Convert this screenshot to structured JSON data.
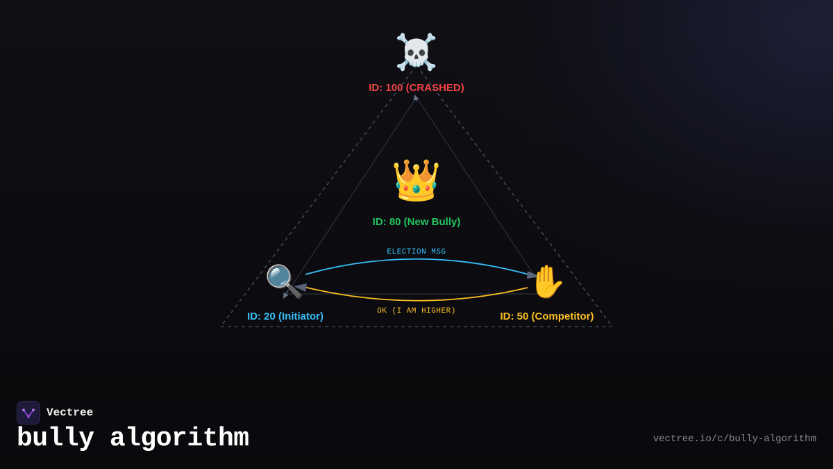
{
  "nodes": {
    "crashed": {
      "label": "ID: 100 (CRASHED)",
      "icon": "skull-crossbones-icon",
      "glyph": "☠️",
      "color": "#f04444"
    },
    "leader": {
      "label": "ID: 80 (New Bully)",
      "icon": "crown-icon",
      "glyph": "👑",
      "color": "#22c55e"
    },
    "initiator": {
      "label": "ID: 20 (Initiator)",
      "icon": "magnifying-glass-icon",
      "glyph": "🔍",
      "color": "#38bdf8"
    },
    "competitor": {
      "label": "ID: 50 (Competitor)",
      "icon": "raised-hand-icon",
      "glyph": "✋",
      "color": "#fbbf24"
    }
  },
  "edges": {
    "election": {
      "label": "ELECTION MSG",
      "color": "#38bdf8"
    },
    "ok": {
      "label": "OK (I AM HIGHER)",
      "color": "#fbbf24"
    }
  },
  "brand": {
    "name": "Vectree",
    "logo_icon": "vectree-logo-icon"
  },
  "page": {
    "title": "bully algorithm",
    "url": "vectree.io/c/bully-algorithm"
  }
}
